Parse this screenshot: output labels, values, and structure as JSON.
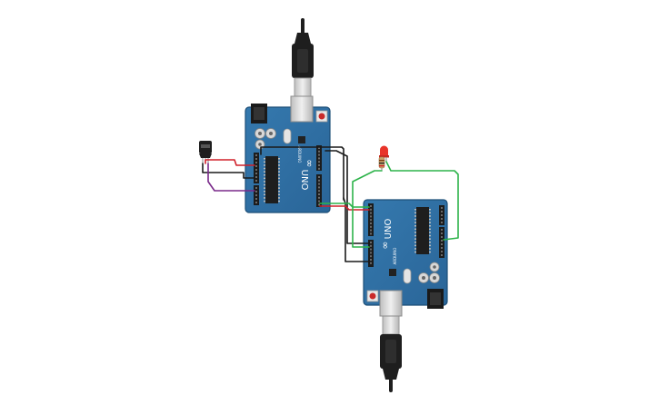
{
  "scene": {
    "background": "#ffffff",
    "colors": {
      "board": "#2f6fa3",
      "board_edge": "#1d4f78",
      "header": "#1c1c1c",
      "usb_metal": "#d9d9d9",
      "cable": "#1e1e1e",
      "wire_black": "#1a1a1a",
      "wire_red": "#d0202a",
      "wire_green": "#2db34a",
      "wire_purple": "#7a2a8a",
      "led_red": "#e8342a",
      "resistor": "#c9a36b",
      "reset_button": "#c92a2a"
    }
  },
  "boards": [
    {
      "id": "arduino-top",
      "model_label": "UNO",
      "brand_label": "ARDUINO",
      "logo_symbol": "∞"
    },
    {
      "id": "arduino-bottom",
      "model_label": "UNO",
      "brand_label": "ARDUINO",
      "logo_symbol": "∞"
    }
  ],
  "components": {
    "sensor": {
      "kind": "temperature-sensor",
      "icon": "tmp36-sensor-icon"
    },
    "led": {
      "kind": "led",
      "color_name": "red"
    },
    "resistor": {
      "kind": "resistor"
    }
  }
}
